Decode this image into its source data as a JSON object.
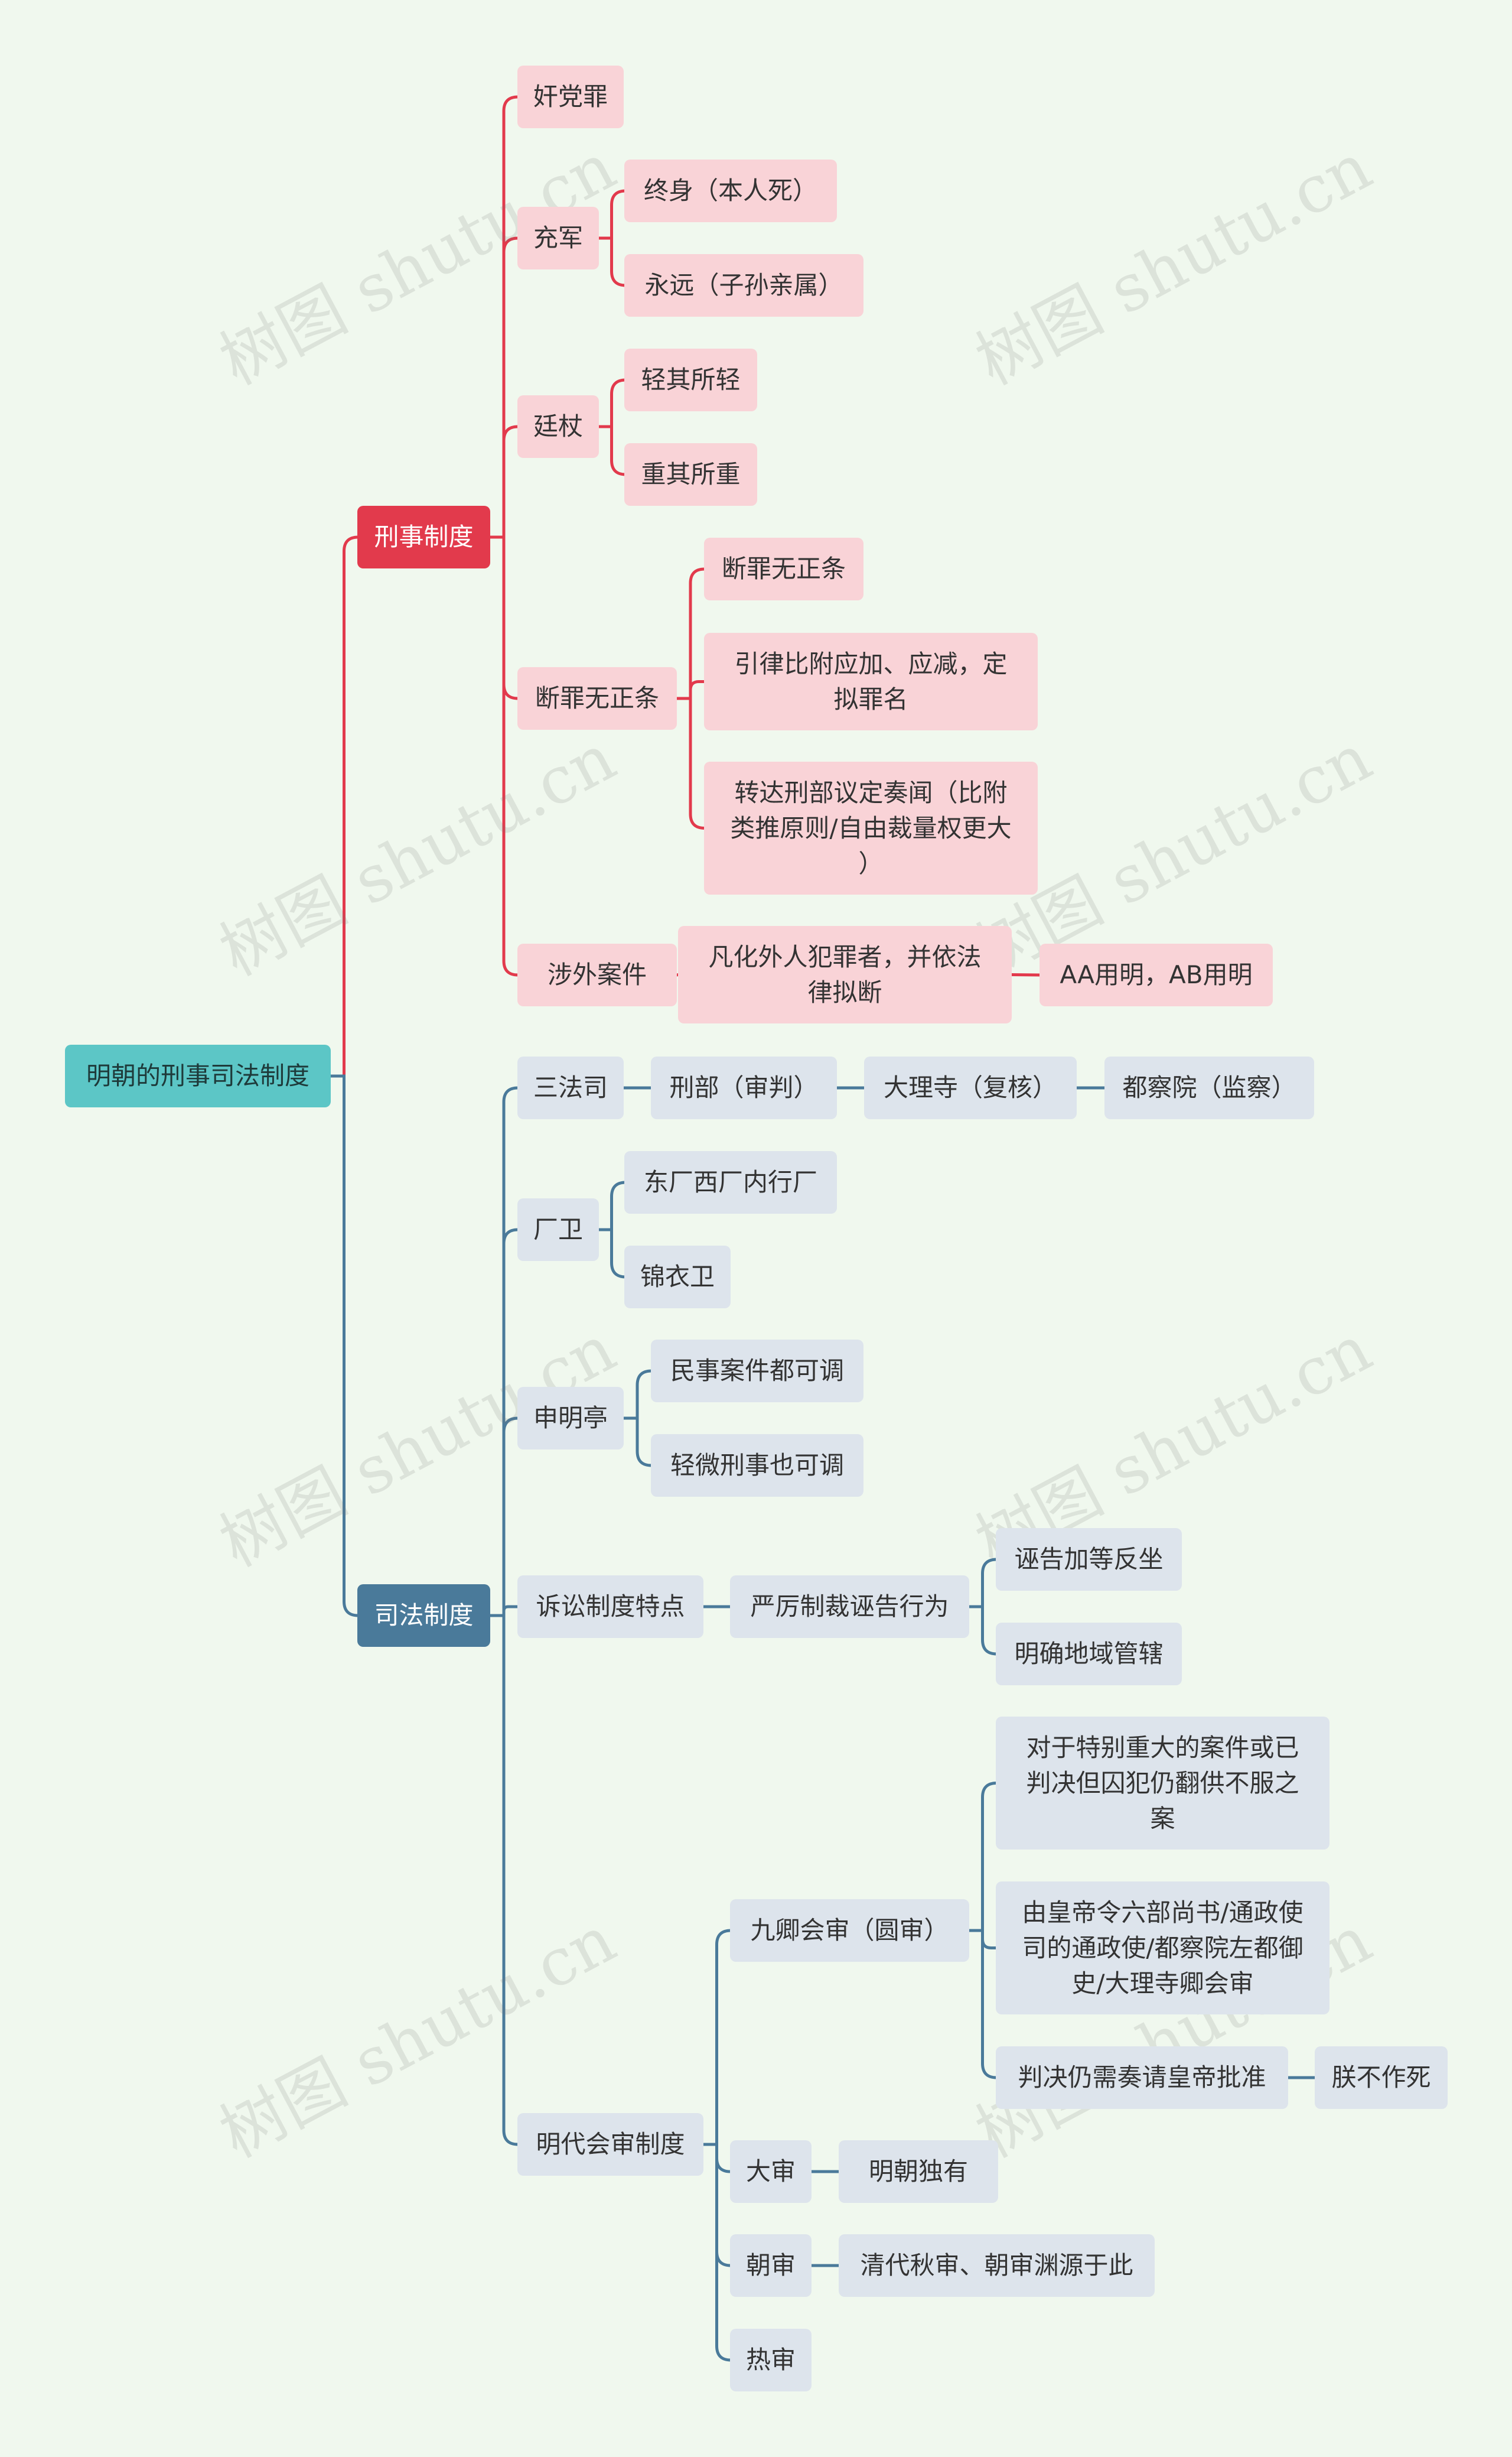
{
  "watermark": "树图 shutu.cn",
  "colors": {
    "background": "#f0f8ee",
    "root": "#5cc6c6",
    "criminal_branch": "#e23a4c",
    "judicial_branch": "#4a7a9a",
    "criminal_leaf": "#f9d3d7",
    "judicial_leaf": "#dde4ec"
  },
  "nodes": [
    {
      "id": "root",
      "text": "明朝的刑事司法制度",
      "style": "root"
    },
    {
      "id": "xs",
      "text": "刑事制度",
      "style": "l1-red",
      "parent": "root"
    },
    {
      "id": "xs1",
      "text": "奸党罪",
      "style": "pink",
      "parent": "xs"
    },
    {
      "id": "xs2",
      "text": "充军",
      "style": "pink",
      "parent": "xs"
    },
    {
      "id": "xs2a",
      "text": "终身（本人死）",
      "style": "pink",
      "parent": "xs2"
    },
    {
      "id": "xs2b",
      "text": "永远（子孙亲属）",
      "style": "pink",
      "parent": "xs2"
    },
    {
      "id": "xs3",
      "text": "廷杖",
      "style": "pink",
      "parent": "xs"
    },
    {
      "id": "xs3a",
      "text": "轻其所轻",
      "style": "pink",
      "parent": "xs3"
    },
    {
      "id": "xs3b",
      "text": "重其所重",
      "style": "pink",
      "parent": "xs3"
    },
    {
      "id": "xs4",
      "text": "断罪无正条",
      "style": "pink",
      "parent": "xs"
    },
    {
      "id": "xs4a",
      "text": "断罪无正条",
      "style": "pink",
      "parent": "xs4"
    },
    {
      "id": "xs4b",
      "text": "引律比附应加、应减，定\n拟罪名",
      "style": "pink",
      "parent": "xs4"
    },
    {
      "id": "xs4c",
      "text": "转达刑部议定奏闻（比附\n类推原则/自由裁量权更大\n）",
      "style": "pink",
      "parent": "xs4"
    },
    {
      "id": "xs5",
      "text": "涉外案件",
      "style": "pink",
      "parent": "xs"
    },
    {
      "id": "xs5a",
      "text": "凡化外人犯罪者，并依法\n律拟断",
      "style": "pink",
      "parent": "xs5"
    },
    {
      "id": "xs5b",
      "text": "AA用明，AB用明",
      "style": "pink",
      "parent": "xs5a"
    },
    {
      "id": "sf",
      "text": "司法制度",
      "style": "l1-blue",
      "parent": "root"
    },
    {
      "id": "sf1",
      "text": "三法司",
      "style": "gray",
      "parent": "sf"
    },
    {
      "id": "sf1a",
      "text": "刑部（审判）",
      "style": "gray",
      "parent": "sf1"
    },
    {
      "id": "sf1b",
      "text": "大理寺（复核）",
      "style": "gray",
      "parent": "sf1a"
    },
    {
      "id": "sf1c",
      "text": "都察院（监察）",
      "style": "gray",
      "parent": "sf1b"
    },
    {
      "id": "sf2",
      "text": "厂卫",
      "style": "gray",
      "parent": "sf"
    },
    {
      "id": "sf2a",
      "text": "东厂西厂内行厂",
      "style": "gray",
      "parent": "sf2"
    },
    {
      "id": "sf2b",
      "text": "锦衣卫",
      "style": "gray",
      "parent": "sf2"
    },
    {
      "id": "sf3",
      "text": "申明亭",
      "style": "gray",
      "parent": "sf"
    },
    {
      "id": "sf3a",
      "text": "民事案件都可调",
      "style": "gray",
      "parent": "sf3"
    },
    {
      "id": "sf3b",
      "text": "轻微刑事也可调",
      "style": "gray",
      "parent": "sf3"
    },
    {
      "id": "sf4",
      "text": "诉讼制度特点",
      "style": "gray",
      "parent": "sf"
    },
    {
      "id": "sf4a",
      "text": "严厉制裁诬告行为",
      "style": "gray",
      "parent": "sf4"
    },
    {
      "id": "sf4a1",
      "text": "诬告加等反坐",
      "style": "gray",
      "parent": "sf4a"
    },
    {
      "id": "sf4a2",
      "text": "明确地域管辖",
      "style": "gray",
      "parent": "sf4a"
    },
    {
      "id": "sf5",
      "text": "明代会审制度",
      "style": "gray",
      "parent": "sf"
    },
    {
      "id": "sf5a",
      "text": "九卿会审（圆审）",
      "style": "gray",
      "parent": "sf5"
    },
    {
      "id": "sf5a1",
      "text": "对于特别重大的案件或已\n判决但囚犯仍翻供不服之\n案",
      "style": "gray",
      "parent": "sf5a"
    },
    {
      "id": "sf5a2",
      "text": "由皇帝令六部尚书/通政使\n司的通政使/都察院左都御\n史/大理寺卿会审",
      "style": "gray",
      "parent": "sf5a"
    },
    {
      "id": "sf5a3",
      "text": "判决仍需奏请皇帝批准",
      "style": "gray",
      "parent": "sf5a"
    },
    {
      "id": "sf5a3a",
      "text": "朕不作死",
      "style": "gray",
      "parent": "sf5a3"
    },
    {
      "id": "sf5b",
      "text": "大审",
      "style": "gray",
      "parent": "sf5"
    },
    {
      "id": "sf5b1",
      "text": "明朝独有",
      "style": "gray",
      "parent": "sf5b"
    },
    {
      "id": "sf5c",
      "text": "朝审",
      "style": "gray",
      "parent": "sf5"
    },
    {
      "id": "sf5c1",
      "text": "清代秋审、朝审渊源于此",
      "style": "gray",
      "parent": "sf5c"
    },
    {
      "id": "sf5d",
      "text": "热审",
      "style": "gray",
      "parent": "sf5"
    }
  ]
}
